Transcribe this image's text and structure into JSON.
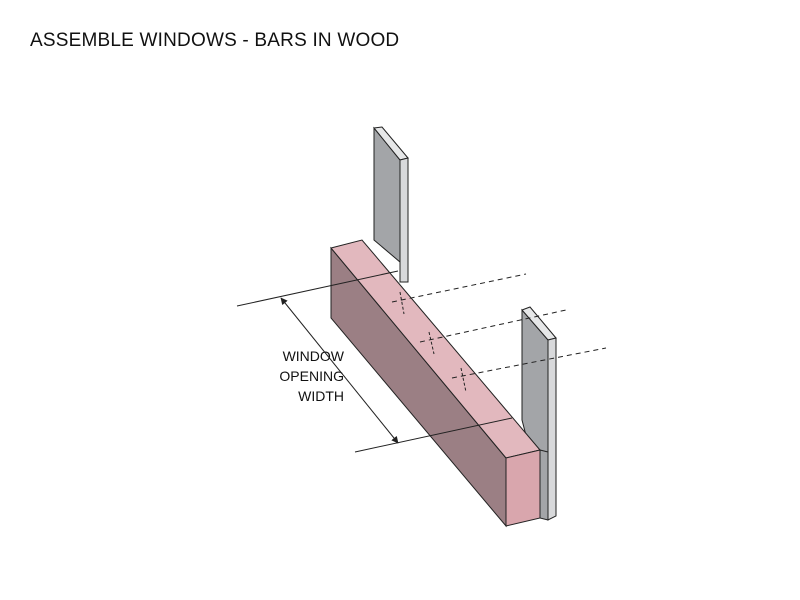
{
  "title": "ASSEMBLE WINDOWS - BARS IN WOOD",
  "dimension_label": {
    "line1": "WINDOW",
    "line2": "OPENING",
    "line3": "WIDTH"
  },
  "colors": {
    "wood_front": "#9b7f84",
    "wood_top": "#e2b8be",
    "wood_end": "#d9a6ad",
    "panel_front": "#a3a5a8",
    "panel_edge": "#e6e7e8",
    "line": "#222222"
  }
}
